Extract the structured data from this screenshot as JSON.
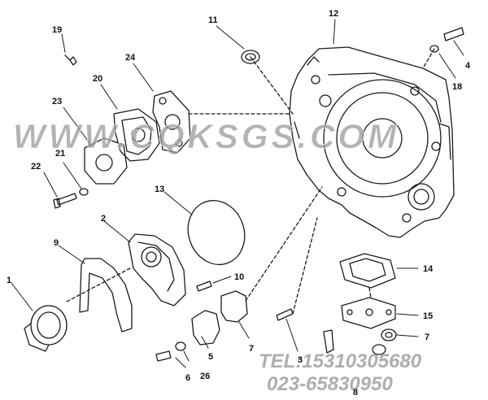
{
  "callouts": [
    {
      "id": "c19",
      "label": "19"
    },
    {
      "id": "c11",
      "label": "11"
    },
    {
      "id": "c12",
      "label": "12"
    },
    {
      "id": "c24",
      "label": "24"
    },
    {
      "id": "c20",
      "label": "20"
    },
    {
      "id": "c23",
      "label": "23"
    },
    {
      "id": "c21",
      "label": "21"
    },
    {
      "id": "c22",
      "label": "22"
    },
    {
      "id": "c13",
      "label": "13"
    },
    {
      "id": "c2",
      "label": "2"
    },
    {
      "id": "c9",
      "label": "9"
    },
    {
      "id": "c1",
      "label": "1"
    },
    {
      "id": "c10",
      "label": "10"
    },
    {
      "id": "c14",
      "label": "14"
    },
    {
      "id": "c15",
      "label": "15"
    },
    {
      "id": "c7b",
      "label": "7"
    },
    {
      "id": "c7a",
      "label": "7"
    },
    {
      "id": "c3",
      "label": "3"
    },
    {
      "id": "c5",
      "label": "5"
    },
    {
      "id": "c6",
      "label": "6"
    },
    {
      "id": "c26",
      "label": "26"
    },
    {
      "id": "c8",
      "label": "8"
    },
    {
      "id": "c4",
      "label": "4"
    },
    {
      "id": "c18",
      "label": "18"
    }
  ],
  "watermark": {
    "site": "WWW.CQKSGS.COM",
    "phone": "TEL:15310305680",
    "phone2": "023-65830950"
  },
  "colors": {
    "line": "#1a1a1a",
    "watermark": "#9a9a9a"
  }
}
